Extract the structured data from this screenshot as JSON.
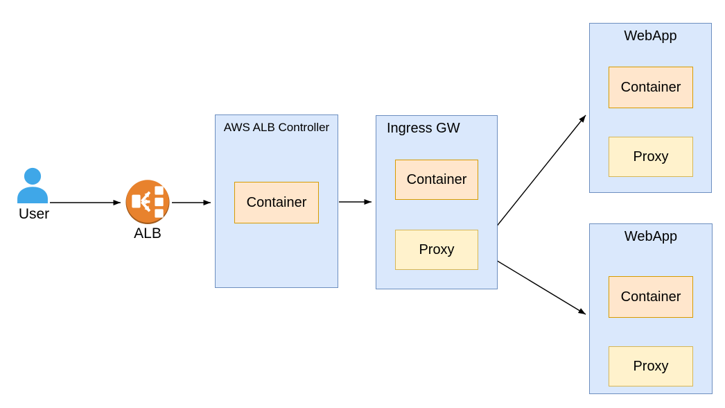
{
  "diagram": {
    "user": {
      "label": "User",
      "icon": "person-icon"
    },
    "alb": {
      "label": "ALB",
      "icon": "load-balancer-icon"
    },
    "controller": {
      "title": "AWS ALB Controller",
      "container_label": "Container"
    },
    "ingress": {
      "title": "Ingress GW",
      "container_label": "Container",
      "proxy_label": "Proxy"
    },
    "webapp_top": {
      "title": "WebApp",
      "container_label": "Container",
      "proxy_label": "Proxy"
    },
    "webapp_bottom": {
      "title": "WebApp",
      "container_label": "Container",
      "proxy_label": "Proxy"
    },
    "colors": {
      "group_fill": "#dae8fc",
      "group_stroke": "#6c8ebf",
      "container_fill": "#ffe6cc",
      "container_stroke": "#d79b00",
      "proxy_fill": "#fff2cc",
      "proxy_stroke": "#d6b656",
      "user_icon_blue": "#3fa7e8",
      "alb_icon_orange": "#e8822d",
      "alb_icon_shadow": "#a05a1c",
      "arrow": "#000000",
      "background": "#ffffff"
    }
  }
}
